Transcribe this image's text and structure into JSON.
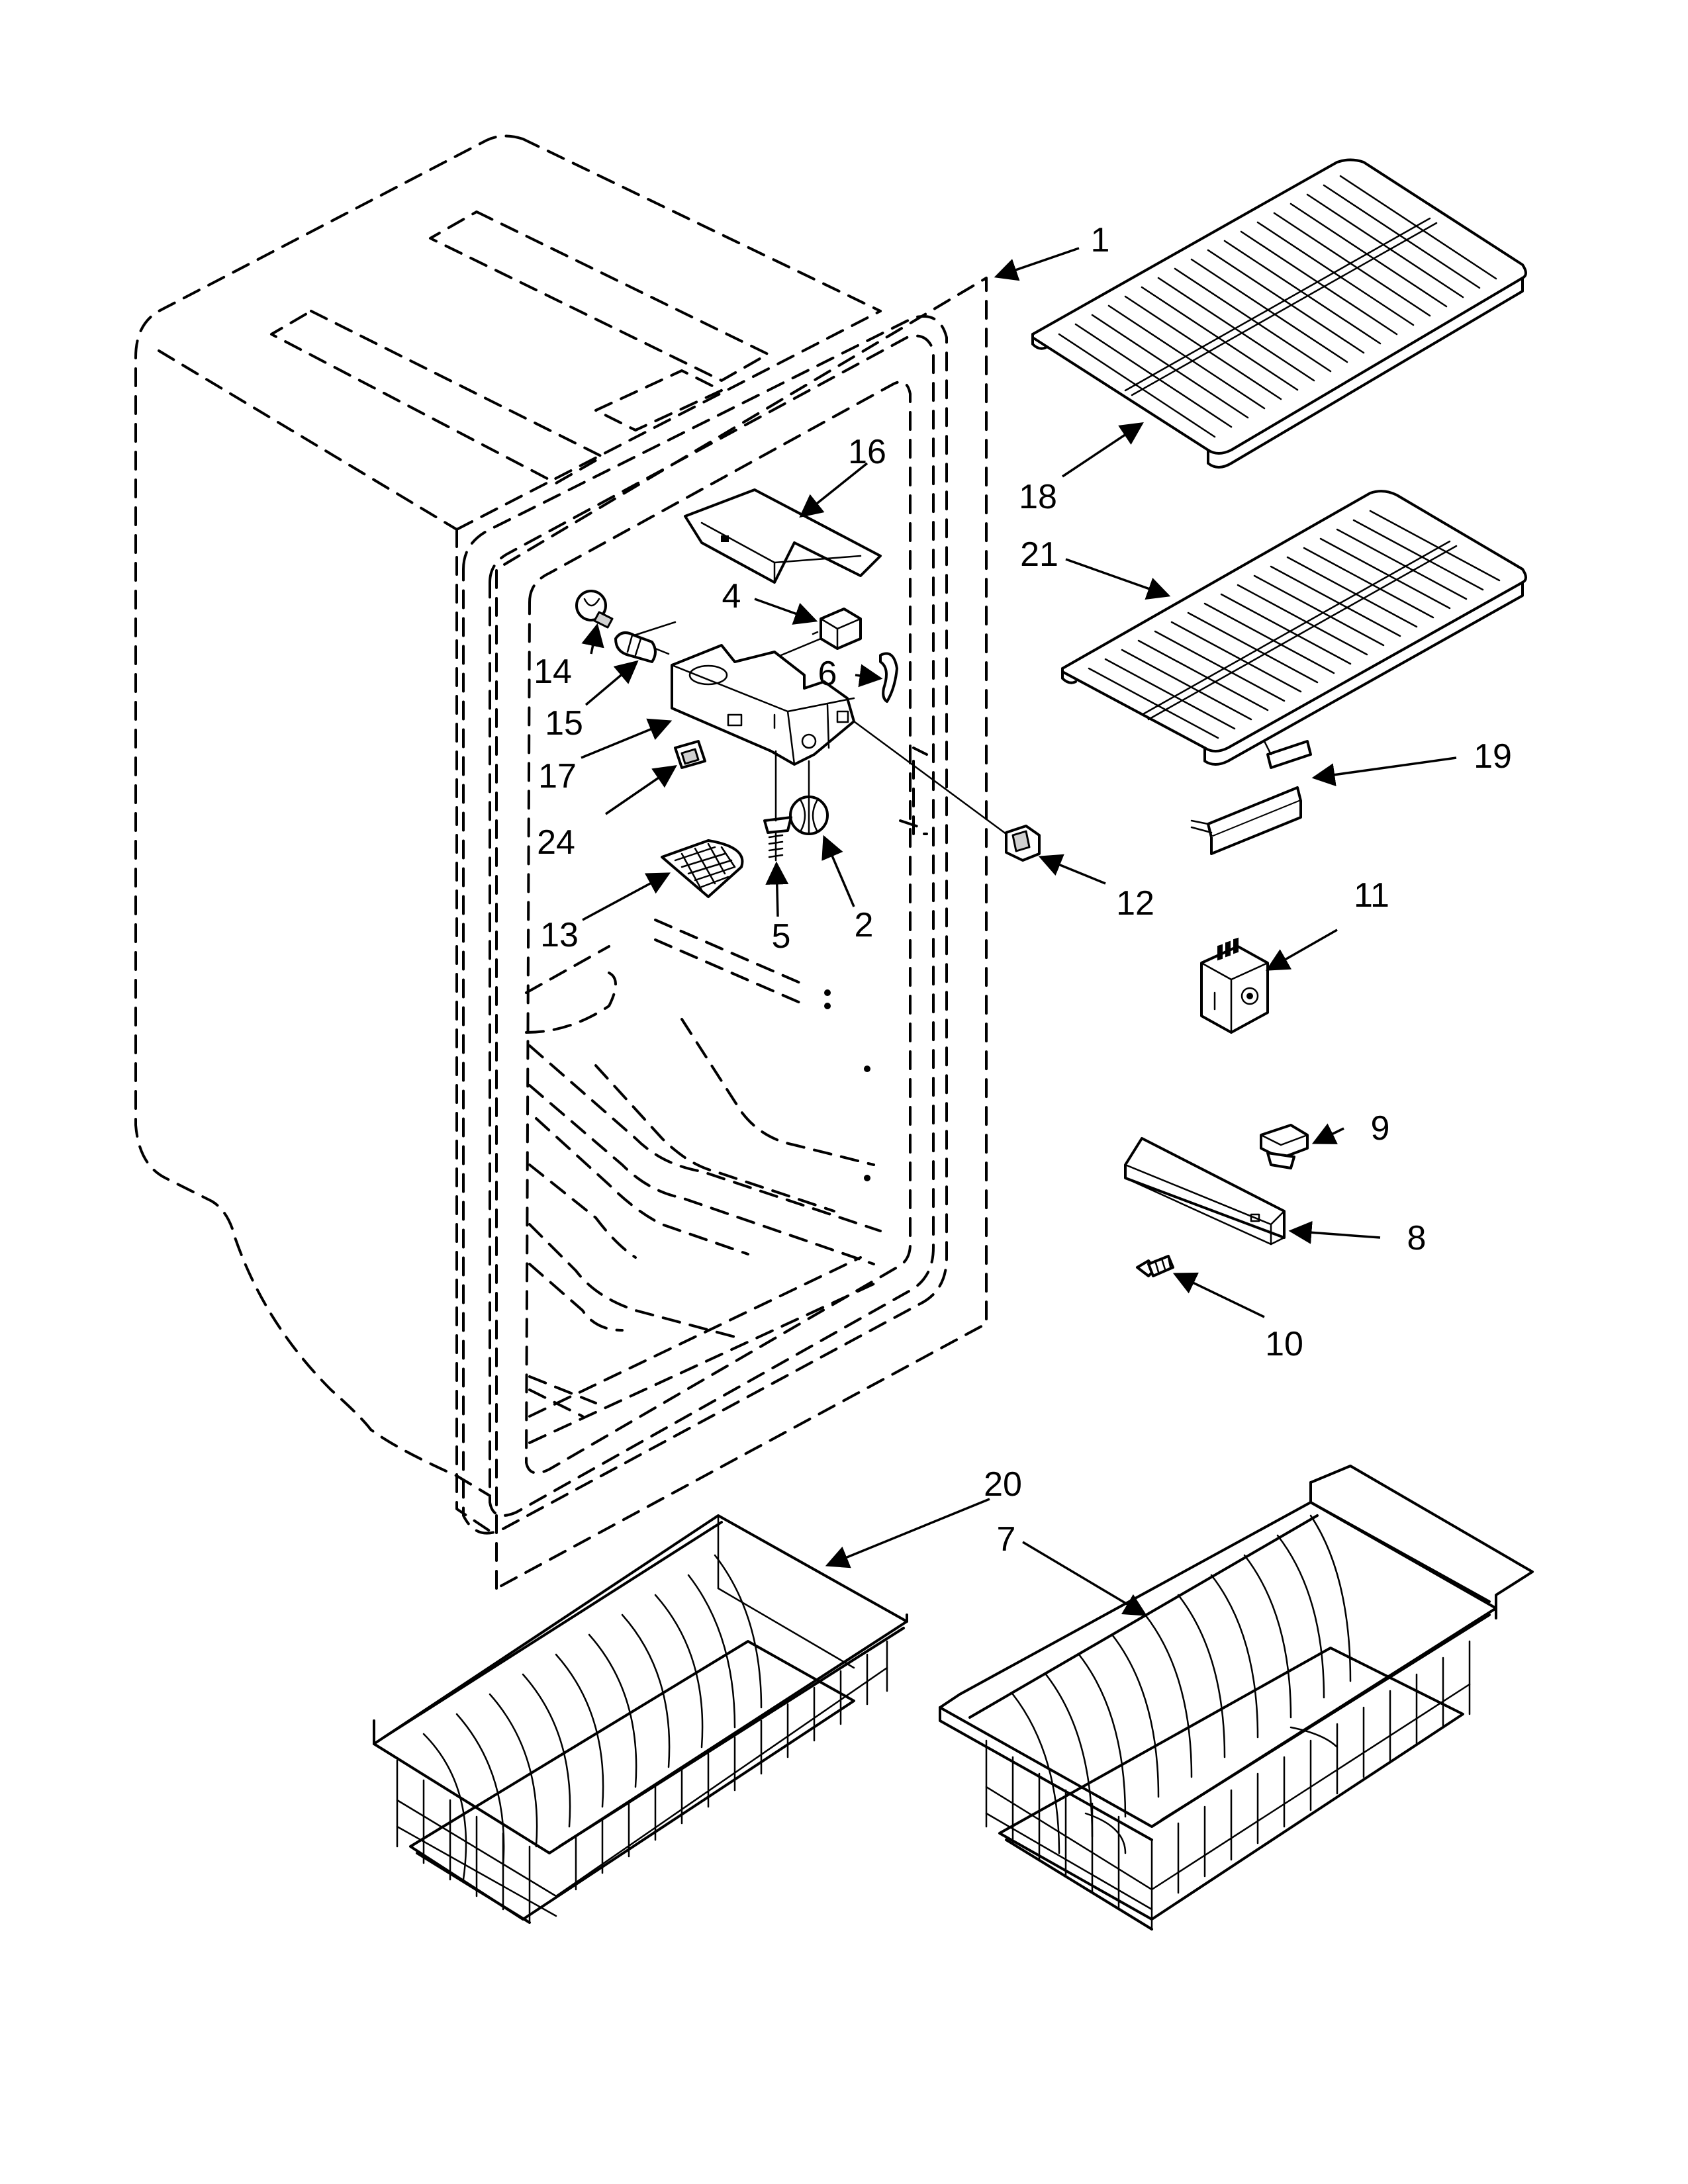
{
  "callouts": [
    {
      "id": "c1",
      "label": "1",
      "part": "cabinet-liner"
    },
    {
      "id": "c2",
      "label": "2",
      "part": "thermostat-knob"
    },
    {
      "id": "c4",
      "label": "4",
      "part": "light-socket-block"
    },
    {
      "id": "c5",
      "label": "5",
      "part": "screw"
    },
    {
      "id": "c6",
      "label": "6",
      "part": "clip"
    },
    {
      "id": "c7",
      "label": "7",
      "part": "basket"
    },
    {
      "id": "c8",
      "label": "8",
      "part": "bracket"
    },
    {
      "id": "c9",
      "label": "9",
      "part": "cap"
    },
    {
      "id": "c10",
      "label": "10",
      "part": "screw"
    },
    {
      "id": "c11",
      "label": "11",
      "part": "control-switch"
    },
    {
      "id": "c12",
      "label": "12",
      "part": "switch"
    },
    {
      "id": "c13",
      "label": "13",
      "part": "light-shield"
    },
    {
      "id": "c14",
      "label": "14",
      "part": "light-bulb"
    },
    {
      "id": "c15",
      "label": "15",
      "part": "light-socket"
    },
    {
      "id": "c16",
      "label": "16",
      "part": "control-cover"
    },
    {
      "id": "c17",
      "label": "17",
      "part": "control-housing"
    },
    {
      "id": "c18",
      "label": "18",
      "part": "wire-shelf"
    },
    {
      "id": "c19",
      "label": "19",
      "part": "shelf-bracket"
    },
    {
      "id": "c20",
      "label": "20",
      "part": "basket"
    },
    {
      "id": "c21",
      "label": "21",
      "part": "wire-shelf"
    },
    {
      "id": "c24",
      "label": "24",
      "part": "switch"
    }
  ]
}
